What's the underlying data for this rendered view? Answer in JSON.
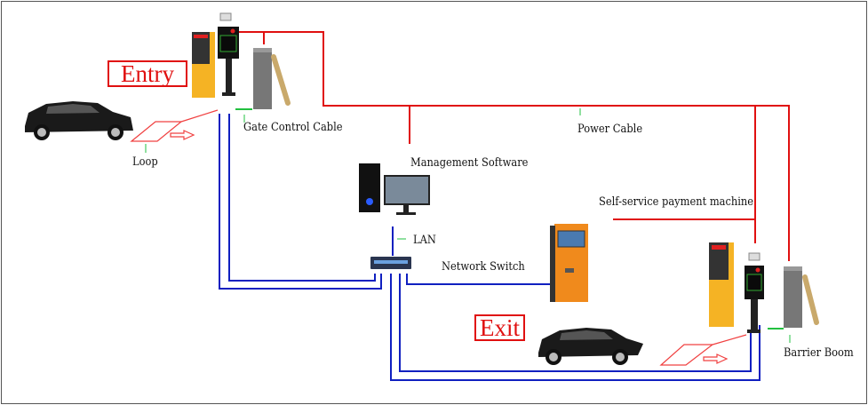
{
  "labels": {
    "entry": "Entry",
    "exit": "Exit",
    "gate_control_cable": "Gate Control Cable",
    "loop": "Loop",
    "power_cable": "Power Cable",
    "management_software": "Management Software",
    "payment_machine": "Self-service payment machine",
    "lan": "LAN",
    "network_switch": "Network Switch",
    "barrier_boom": "Barrier Boom"
  },
  "colors": {
    "power_cable": "#e01010",
    "network_cable": "#1020c0",
    "gate_cable": "#22c040",
    "tag": "#e01010",
    "station": "#f5b324",
    "kiosk": "#f08a1c"
  }
}
